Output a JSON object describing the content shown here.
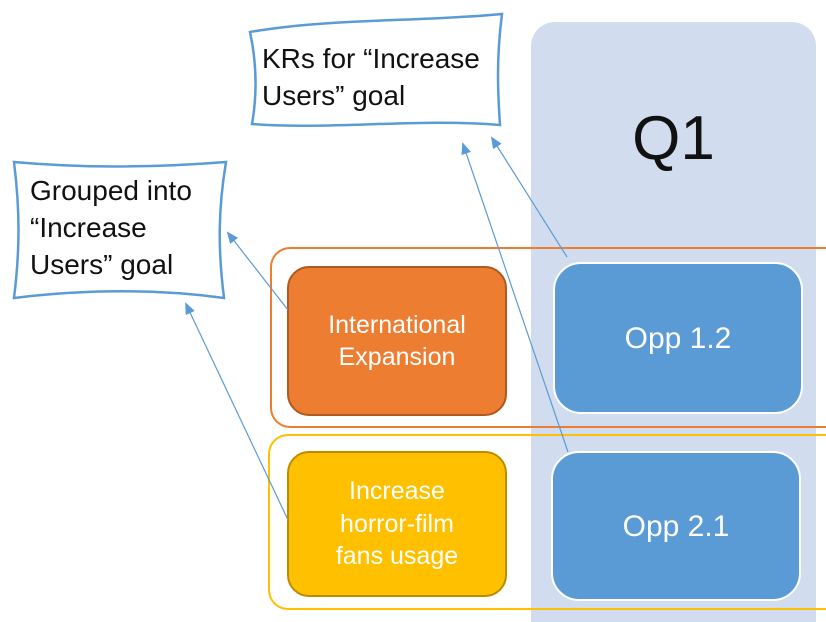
{
  "diagram": {
    "column": {
      "label": "Q1",
      "color": "#d1ddef"
    },
    "groups": [
      {
        "id": "orange",
        "color": "#ed7d31",
        "goal": {
          "label": "International Expansion",
          "color": "#ed7d31"
        },
        "opportunity": {
          "label": "Opp 1.2",
          "color": "#5b9bd5"
        }
      },
      {
        "id": "yellow",
        "color": "#ffc000",
        "goal": {
          "label": "Increase horror-film fans usage",
          "color": "#ffc000"
        },
        "opportunity": {
          "label": "Opp 2.1",
          "color": "#5b9bd5"
        }
      }
    ],
    "callouts": [
      {
        "id": "krs",
        "text": "KRs for “Increase Users” goal",
        "border_color": "#5b9bd5"
      },
      {
        "id": "grouped",
        "text": "Grouped into “Increase Users” goal",
        "border_color": "#5b9bd5"
      }
    ],
    "connectors": [
      {
        "from": "Opp 1.2",
        "to": "krs"
      },
      {
        "from": "Opp 2.1",
        "to": "krs"
      },
      {
        "from": "International Expansion",
        "to": "grouped"
      },
      {
        "from": "Increase horror-film fans usage",
        "to": "grouped"
      }
    ],
    "connector_color": "#5b9bd5"
  }
}
